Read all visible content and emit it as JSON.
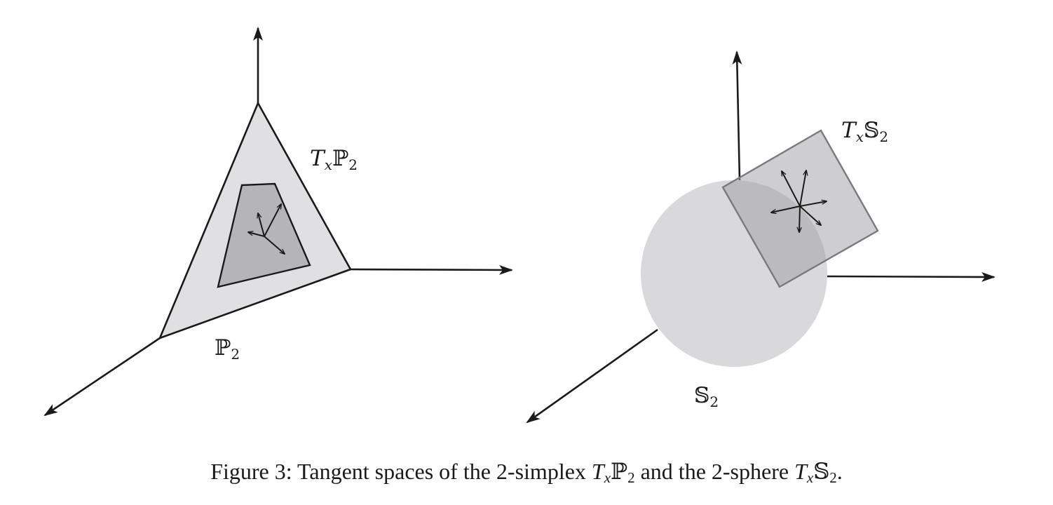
{
  "figure": {
    "left_panel": {
      "tangent_label": {
        "base": "T",
        "sub_var": "x",
        "space": "ℙ",
        "index": "2"
      },
      "simplex_label": {
        "space": "ℙ",
        "index": "2"
      }
    },
    "right_panel": {
      "tangent_label": {
        "base": "T",
        "sub_var": "x",
        "space": "𝕊",
        "index": "2"
      },
      "sphere_label": {
        "space": "𝕊",
        "index": "2"
      }
    },
    "colors": {
      "outer_fill": "#e0e0e2",
      "inner_fill": "#b5b5b8",
      "sphere_fill": "#d9d9db",
      "plane_fill": "#9d9da2",
      "plane_stroke": "#7a7a7e",
      "ink": "#1a1a1a"
    }
  },
  "caption": {
    "prefix": "Figure 3: Tangent spaces of the 2-simplex ",
    "t1_base": "T",
    "t1_var": "x",
    "t1_space": "ℙ",
    "t1_index": "2",
    "middle": " and the 2-sphere ",
    "t2_base": "T",
    "t2_var": "x",
    "t2_space": "𝕊",
    "t2_index": "2",
    "suffix": "."
  }
}
